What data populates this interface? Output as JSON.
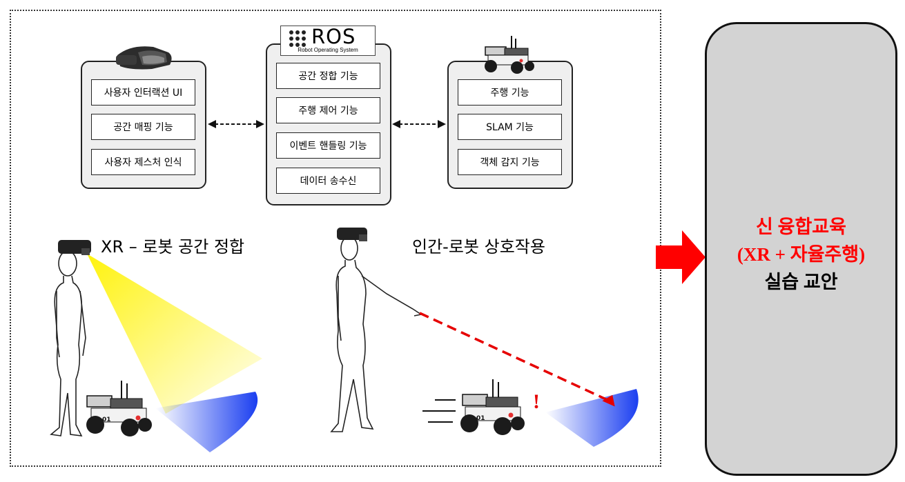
{
  "ros_logo": {
    "title": "ROS",
    "subtitle": "Robot Operating System"
  },
  "xr_panel": {
    "items": [
      "사용자 인터랙션 UI",
      "공간 매핑 기능",
      "사용자 제스처 인식"
    ]
  },
  "ros_panel": {
    "items": [
      "공간 정합 기능",
      "주행 제어 기능",
      "이벤트 핸들링 기능",
      "데이터 송수신"
    ]
  },
  "robot_panel": {
    "items": [
      "주행 기능",
      "SLAM 기능",
      "객체 감지 기능"
    ]
  },
  "scenes": {
    "left_heading": "XR – 로봇 공간 정합",
    "right_heading": "인간-로봇 상호작용",
    "alert_mark": "!",
    "robot_badge": "01"
  },
  "result_box": {
    "line1": "신 융합교육",
    "line2": "(XR + 자율주행)",
    "line3": "실습 교안"
  },
  "colors": {
    "accent_red": "#ff0000",
    "result_fill": "#d3d3d3",
    "panel_fill": "#efefef",
    "cone_yellow": "#fff200",
    "sensor_blue": "#1a3ef0"
  },
  "icons": [
    "headset-icon",
    "ros-logo",
    "robot-icon",
    "person-figure",
    "double-arrow",
    "big-red-arrow"
  ]
}
